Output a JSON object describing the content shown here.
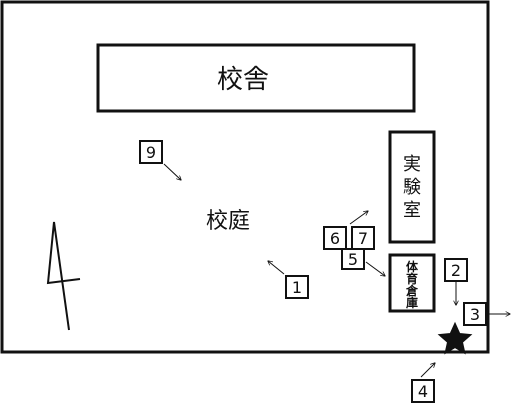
{
  "buildings": {
    "main": "校舎",
    "lab": [
      "実",
      "験",
      "室"
    ],
    "storage": [
      "体",
      "育",
      "倉",
      "庫"
    ]
  },
  "courtyard_label": "校庭",
  "markers": [
    "1",
    "2",
    "3",
    "4",
    "5",
    "6",
    "7",
    "9"
  ],
  "colors": {
    "line": "#111111",
    "background": "#ffffff"
  }
}
